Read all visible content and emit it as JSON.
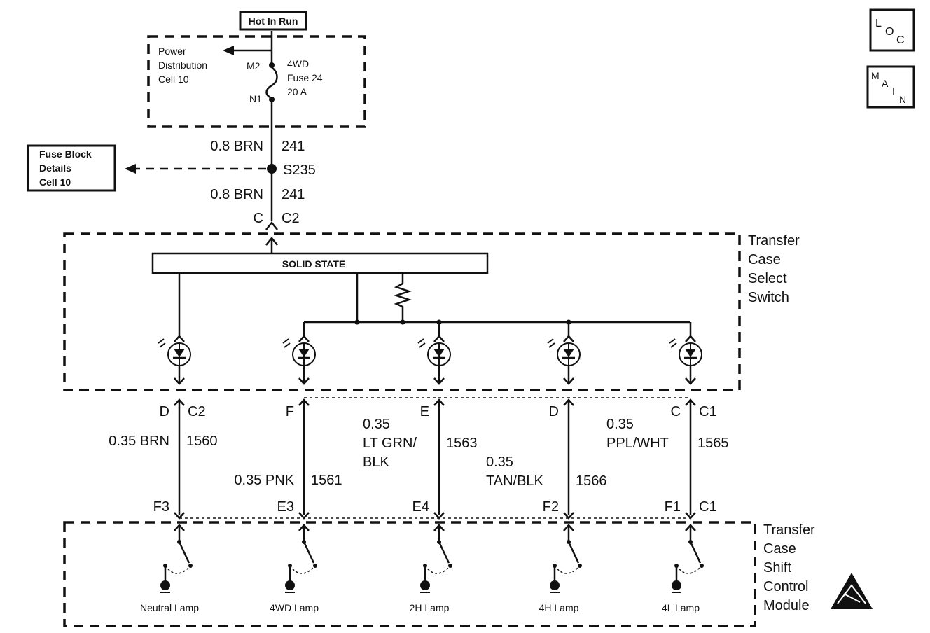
{
  "hot_label": "Hot In Run",
  "power_dist": [
    "Power",
    "Distribution",
    "Cell 10"
  ],
  "fuse": [
    "4WD",
    "Fuse 24",
    "20 A"
  ],
  "fuse_pins": {
    "top": "M2",
    "bottom": "N1"
  },
  "fuse_block_ref": [
    "Fuse Block",
    "Details",
    "Cell 10"
  ],
  "feed_wire": {
    "color": "0.8 BRN",
    "circuit": "241",
    "splice": "S235"
  },
  "switch_conn": {
    "pin": "C",
    "connector": "C2"
  },
  "solid_state": "SOLID STATE",
  "switch_title": [
    "Transfer",
    "Case",
    "Select",
    "Switch"
  ],
  "module_title": [
    "Transfer",
    "Case",
    "Shift",
    "Control",
    "Module"
  ],
  "channels": [
    {
      "top_pin": "D",
      "top_conn": "C2",
      "wire": [
        "0.35 BRN"
      ],
      "circuit": "1560",
      "bot_pin": "F3",
      "bot_conn": "",
      "lamp": "Neutral Lamp"
    },
    {
      "top_pin": "F",
      "top_conn": "",
      "wire": [
        "0.35 PNK"
      ],
      "circuit": "1561",
      "bot_pin": "E3",
      "bot_conn": "",
      "lamp": "4WD Lamp"
    },
    {
      "top_pin": "E",
      "top_conn": "",
      "wire": [
        "0.35",
        "LT GRN/",
        "BLK"
      ],
      "circuit": "1563",
      "bot_pin": "E4",
      "bot_conn": "",
      "lamp": "2H Lamp"
    },
    {
      "top_pin": "D",
      "top_conn": "",
      "wire": [
        "0.35",
        "TAN/BLK"
      ],
      "circuit": "1566",
      "bot_pin": "F2",
      "bot_conn": "",
      "lamp": "4H Lamp"
    },
    {
      "top_pin": "C",
      "top_conn": "C1",
      "wire": [
        "0.35",
        "PPL/WHT"
      ],
      "circuit": "1565",
      "bot_pin": "F1",
      "bot_conn": "C1",
      "lamp": "4L Lamp"
    }
  ],
  "loc_icon": [
    "L",
    "O",
    "C"
  ],
  "main_icon": [
    "M",
    "A",
    "I",
    "N"
  ],
  "esd_icon": "esd-warning-icon"
}
